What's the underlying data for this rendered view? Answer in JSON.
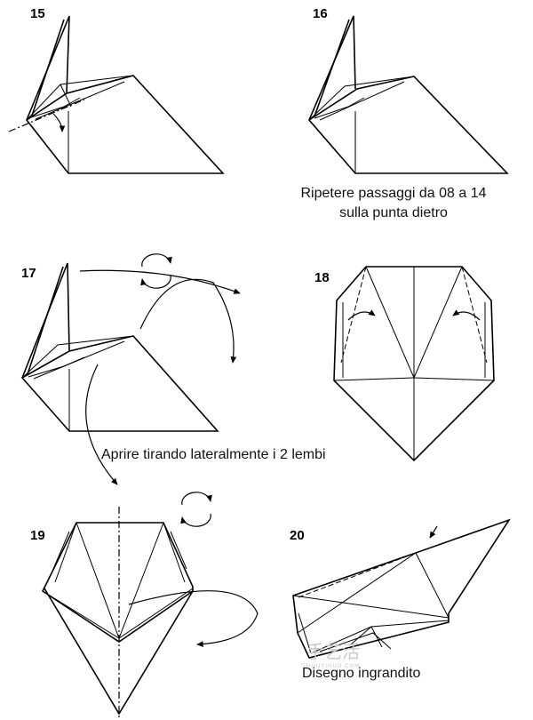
{
  "steps": [
    {
      "id": "15",
      "label": "15"
    },
    {
      "id": "16",
      "label": "16"
    },
    {
      "id": "17",
      "label": "17"
    },
    {
      "id": "18",
      "label": "18"
    },
    {
      "id": "19",
      "label": "19"
    },
    {
      "id": "20",
      "label": "20"
    }
  ],
  "captions": {
    "step16_line1": "Ripetere passaggi da 08 a 14",
    "step16_line2": "sulla punta dietro",
    "step17": "Aprire tirando lateralmente i 2 lembi",
    "step20": "Disegno ingrandito"
  },
  "watermark": {
    "chinese": "手艺活",
    "latin": "SHOUYIHUO.COM"
  }
}
